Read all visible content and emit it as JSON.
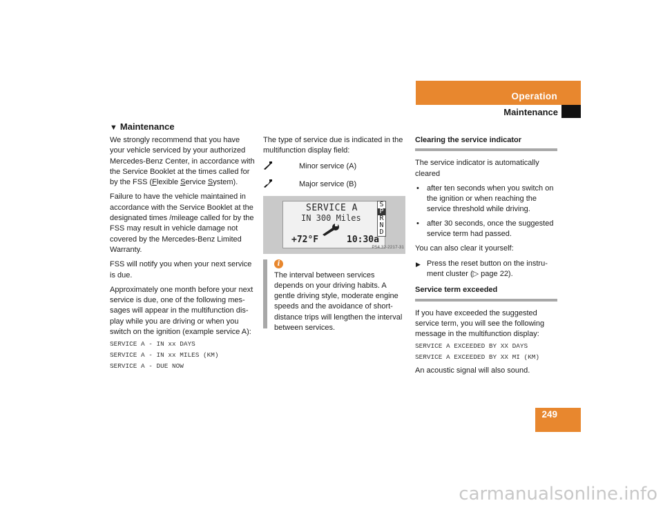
{
  "header": {
    "chapter": "Operation",
    "section": "Maintenance"
  },
  "page_number": "249",
  "section_heading": "Maintenance",
  "col1": {
    "p1": "We strongly recommend that you have your vehicle serviced by your authorized Mercedes-Benz Center, in accordance with the Service Booklet at the times called for by the FSS (",
    "fss_f": "F",
    "fss_lexible": "lexible ",
    "fss_s1": "S",
    "fss_ervice": "ervice ",
    "fss_s2": "S",
    "fss_ystem": "ystem).",
    "p2": "Failure to have the vehicle maintained in accordance with the Service Booklet at the designated times /mileage called for by the FSS may result in vehicle damage not covered by the Mercedes-Benz Limited Warranty.",
    "p3": "FSS will notify you when your next service is due.",
    "p4": "Approximately one month before your next service is due, one of the following mes-sages will appear in the multifunction dis-play while you are driving or when you switch on the ignition (example service A):",
    "messages": [
      "SERVICE A - IN xx DAYS",
      "SERVICE A - IN xx MILES (KM)",
      "SERVICE A - DUE NOW"
    ]
  },
  "col2": {
    "intro": "The type of service due is indicated in the multifunction display field:",
    "symbols": [
      {
        "label": "Minor service (A)"
      },
      {
        "label": "Major service (B)"
      }
    ],
    "display": {
      "line1": "SERVICE A",
      "line2": "IN 300 Miles",
      "temp": "+72°F",
      "time": "10:30a",
      "gears": [
        "S",
        "P",
        "R",
        "N",
        "D"
      ],
      "image_code": "P54.32-2217-31"
    },
    "info": "The interval between services depends on your driving habits. A gentle driving style, moderate engine speeds and the avoidance of short-distance trips will lengthen the interval between services."
  },
  "col3": {
    "heading1": "Clearing the service indicator",
    "p1": "The service indicator is automatically cleared",
    "bullets": [
      "after ten seconds when you switch on the ignition or when reaching the service threshold while driving.",
      "after 30 seconds, once the suggested service term had passed."
    ],
    "p2": "You can also clear it yourself:",
    "action_pre": "Press the reset button on the instru-ment cluster (",
    "action_ref": "page 22).",
    "heading2": "Service term exceeded",
    "p3": "If you have exceeded the suggested service term, you will see the following message in the multifunction display:",
    "messages": [
      "SERVICE A EXCEEDED BY XX DAYS",
      "SERVICE A EXCEEDED BY XX MI (KM)"
    ],
    "p4": "An acoustic signal will also sound."
  },
  "watermark": "carmanualsonline.info",
  "colors": {
    "accent": "#e8872e",
    "rule": "#a8a8a8"
  }
}
